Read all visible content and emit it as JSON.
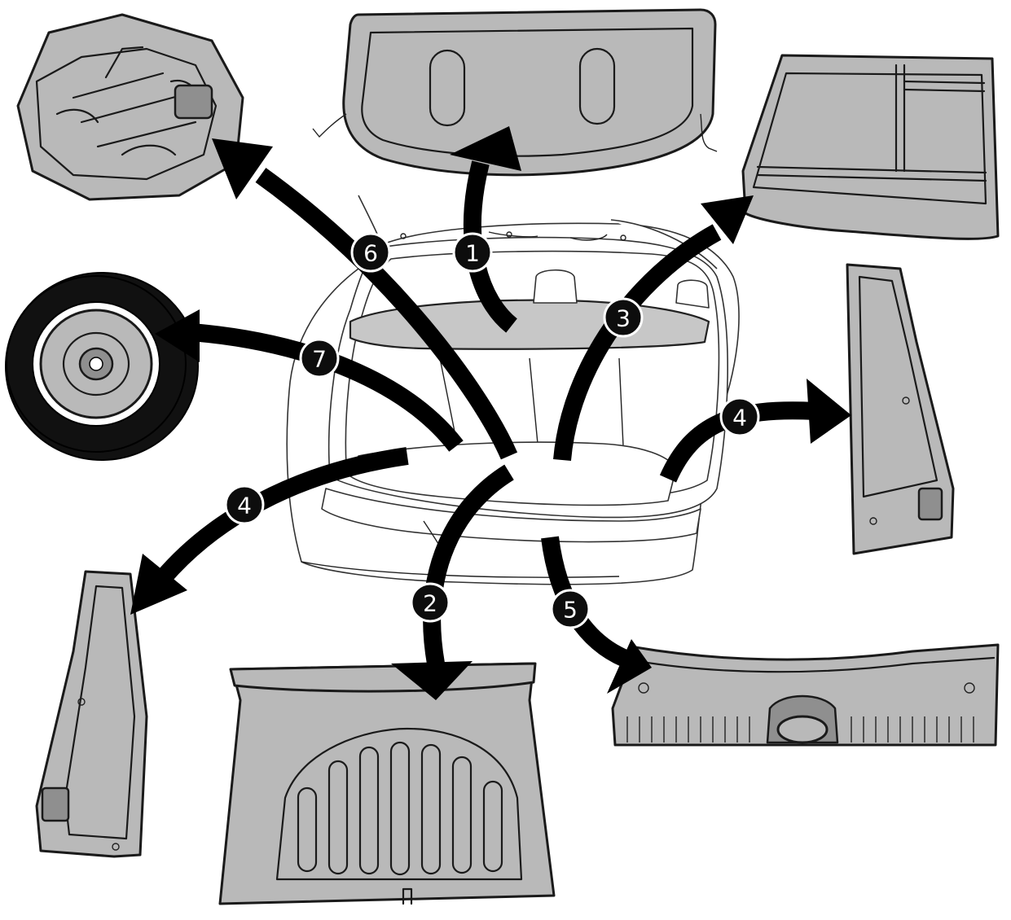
{
  "callouts": [
    {
      "id": "1",
      "label": "1"
    },
    {
      "id": "2",
      "label": "2"
    },
    {
      "id": "3",
      "label": "3"
    },
    {
      "id": "4a",
      "label": "4"
    },
    {
      "id": "4b",
      "label": "4"
    },
    {
      "id": "5",
      "label": "5"
    },
    {
      "id": "6",
      "label": "6"
    },
    {
      "id": "7",
      "label": "7"
    }
  ],
  "colors": {
    "part_fill": "#b9b9b9",
    "outline": "#1a1a1a",
    "arrow": "#000000",
    "callout_fill": "#0d0d0d",
    "callout_text": "#ffffff"
  }
}
